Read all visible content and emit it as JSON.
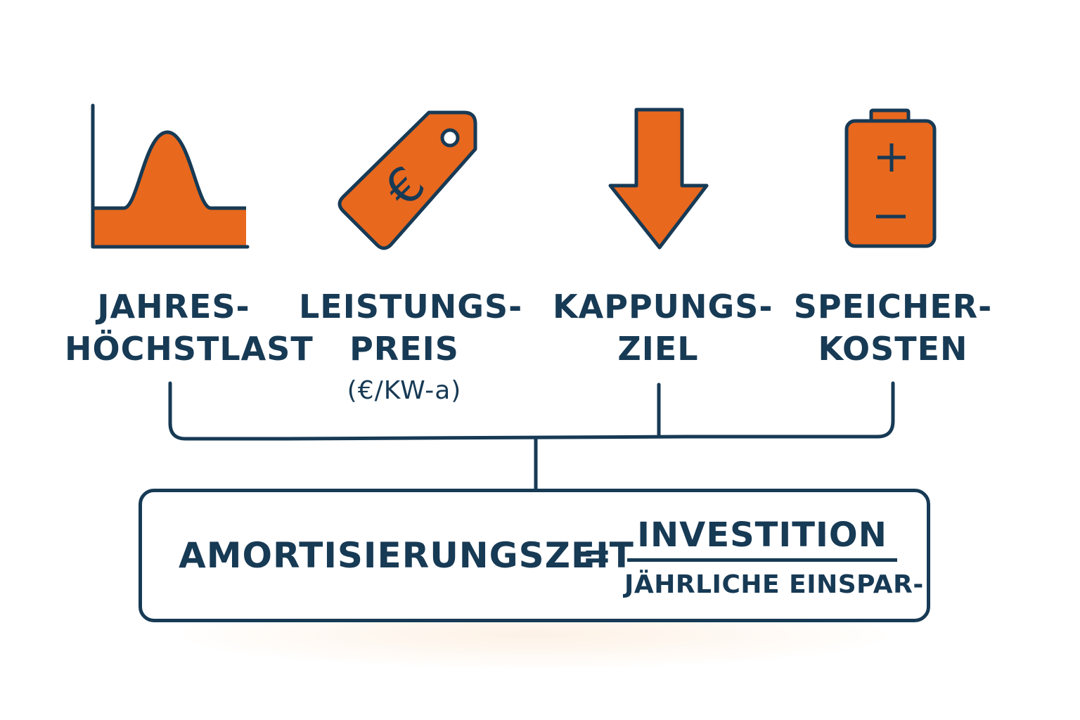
{
  "colors": {
    "accent": "#e8681e",
    "stroke": "#173a55",
    "background": "#ffffff"
  },
  "factors": [
    {
      "icon": "load-curve-icon",
      "lines": [
        "JAHRES-",
        "HÖCHSTLAST"
      ],
      "unit": ""
    },
    {
      "icon": "euro-price-tag-icon",
      "lines": [
        "LEISTUNGS-",
        "PREIS"
      ],
      "unit": "(€/KW-a)"
    },
    {
      "icon": "down-arrow-icon",
      "lines": [
        "KAPPUNGS-",
        "ZIEL"
      ],
      "unit": ""
    },
    {
      "icon": "battery-icon",
      "lines": [
        "SPEICHER-",
        "KOSTEN"
      ],
      "unit": ""
    }
  ],
  "formula": {
    "result": "AMORTISIERUNGSZEIT",
    "operator": "=",
    "numerator": "INVESTITION",
    "denominator": "JÄHRLICHE EINSPAR-"
  }
}
